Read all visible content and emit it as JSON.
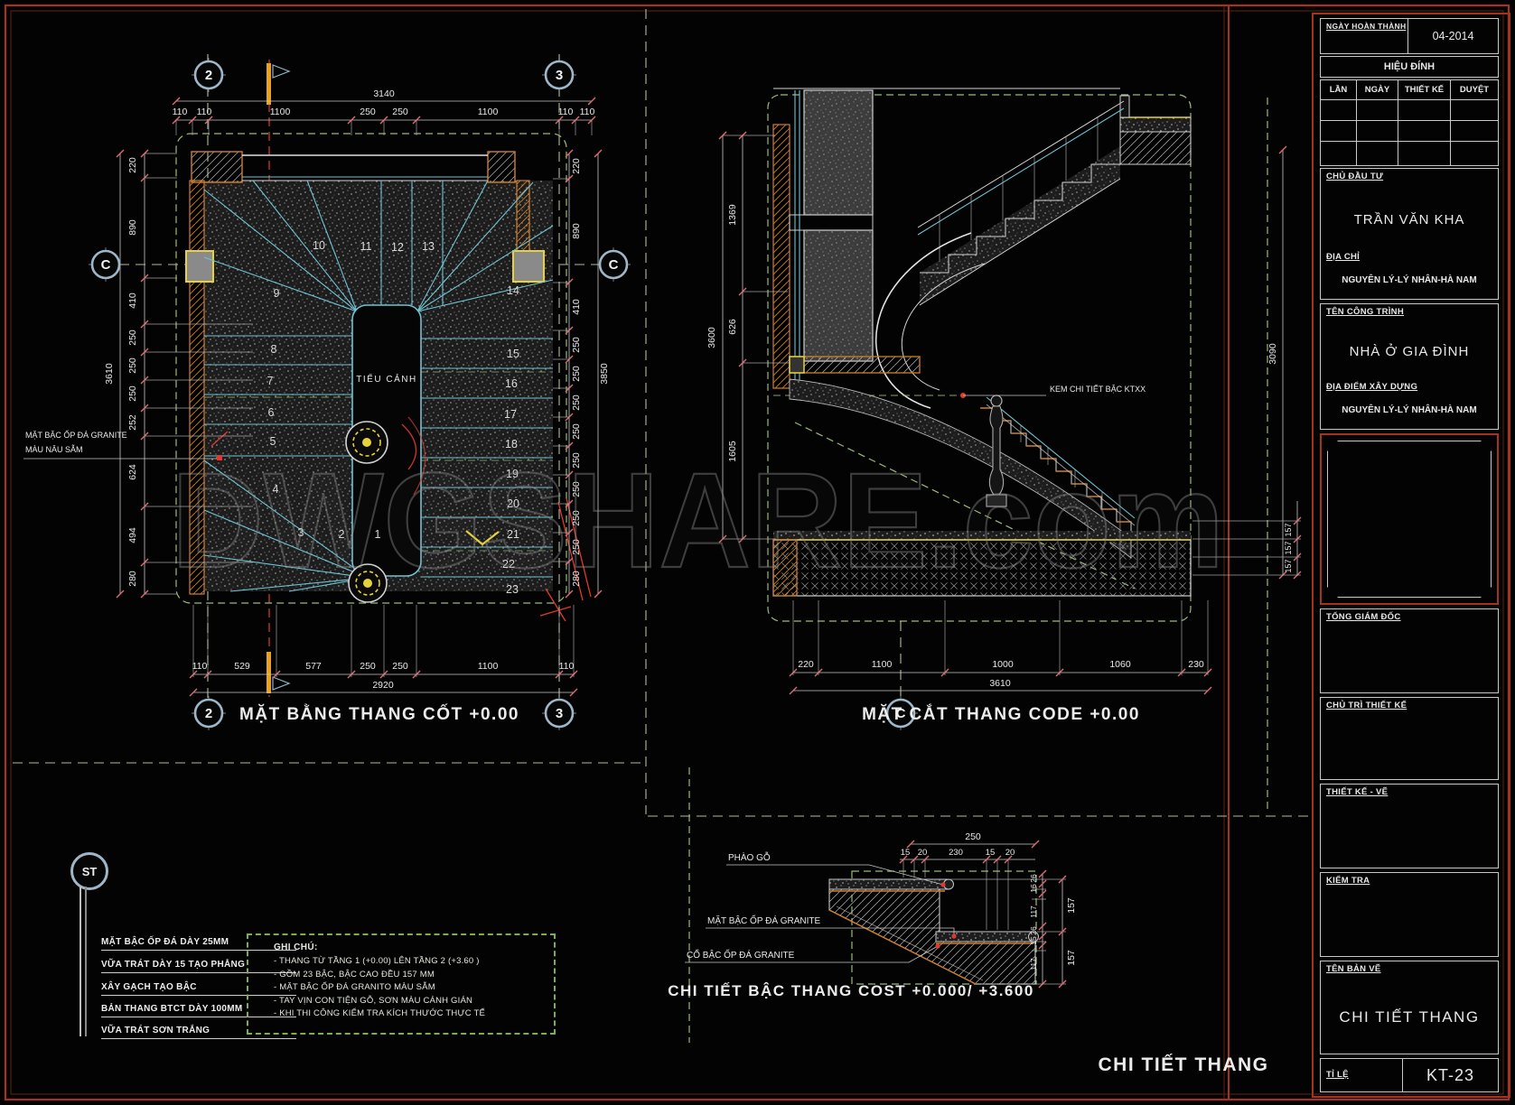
{
  "watermark": "DWGSHARE.com",
  "colors": {
    "line_cyan": "#6fc3d4",
    "line_green": "#9cba78",
    "accent_orange": "#cf7f2a",
    "accent_yellow": "#e8d23a",
    "dim_tick_red": "#e06a72",
    "centerline_red": "#e03a30",
    "frame_orange": "#a5341f"
  },
  "plan": {
    "title": "MẶT BẰNG THANG CỐT +0.00",
    "grid": {
      "g2": "2",
      "g3": "3",
      "gc": "C"
    },
    "void_label": "TIỂU CẢNH",
    "steps": [
      "1",
      "2",
      "3",
      "4",
      "5",
      "6",
      "7",
      "8",
      "9",
      "10",
      "11",
      "12",
      "13",
      "14",
      "15",
      "16",
      "17",
      "18",
      "19",
      "20",
      "21",
      "22",
      "23"
    ],
    "dim_top_total": "3140",
    "dim_top": [
      "110",
      "110",
      "1100",
      "250",
      "250",
      "1100",
      "110",
      "110"
    ],
    "dim_bottom_total": "2920",
    "dim_bottom": [
      "110",
      "529",
      "577",
      "250",
      "250",
      "1100",
      "110"
    ],
    "dim_left_total": "3610",
    "dim_left": [
      "220",
      "890",
      "410",
      "250",
      "250",
      "250",
      "252",
      "624",
      "494",
      "280"
    ],
    "dim_right_total": "3850",
    "dim_right": [
      "220",
      "890",
      "410",
      "250",
      "250",
      "250",
      "250",
      "250",
      "250",
      "250",
      "250",
      "280"
    ],
    "material_note_1": "MẶT BẬC ỐP ĐÁ GRANITE",
    "material_note_2": "MÀU NÂU SẪM"
  },
  "section": {
    "title": "MẶT CẮT THANG CODE +0.00",
    "grid_c": "C",
    "note": "KEM CHI TIẾT BẬC KTXX",
    "dim_left_total": "3600",
    "dim_left": [
      "1369",
      "626",
      "1605"
    ],
    "dim_bottom_total": "3610",
    "dim_bottom": [
      "220",
      "1100",
      "1000",
      "1060",
      "230"
    ],
    "dim_right_total": "3090",
    "dim_right": [
      "157",
      "157",
      "157"
    ]
  },
  "detail": {
    "title": "CHI TIẾT BẬC THANG  COST +0.000/ +3.600",
    "label_1": "PHÀO GỖ",
    "label_2": "MẶT BẬC ỐP ĐÁ GRANITE",
    "label_3": "CỔ BẬC ỐP ĐÁ GRANITE",
    "dim_top_total": "250",
    "dim_top": [
      "15",
      "20",
      "230",
      "15",
      "20"
    ],
    "dim_right_inner": [
      "26",
      "16",
      "117",
      "26",
      "15",
      "117"
    ],
    "dim_right_outer": [
      "157",
      "157"
    ]
  },
  "callout": {
    "bubble": "ST",
    "items": [
      "MẶT BẬC ỐP ĐÁ DÀY 25MM",
      "VỮA TRÁT DÀY 15 TẠO PHẲNG",
      "XÂY GẠCH TẠO BẬC",
      "BẢN THANG BTCT DÀY 100MM",
      "VỮA TRÁT SƠN TRẮNG"
    ]
  },
  "notes": {
    "title": "GHI CHÚ:",
    "lines": [
      "- THANG TỪ TẦNG 1 (+0.00) LÊN TẦNG 2 (+3.60 )",
      "- GỒM 23 BẬC, BẬC CAO ĐỀU 157 MM",
      "- MẶT BẬC ỐP ĐÁ GRANITO MÀU SẪM",
      "- TAY VỊN CON TIỆN GỖ, SƠN MÀU CÁNH GIÁN",
      "- KHI THI CÔNG KIỂM TRA KÍCH THƯỚC THỰC TẾ"
    ]
  },
  "sheet_label": "CHI TIẾT THANG",
  "titleblock": {
    "date_label": "NGÀY HOÀN THÀNH",
    "date_value": "04-2014",
    "revision_header": "HIỆU ĐÍNH",
    "rev_col_1": "LẦN",
    "rev_col_2": "NGÀY",
    "rev_col_3": "THIẾT KẾ",
    "rev_col_4": "DUYỆT",
    "client_label": "CHỦ ĐẦU TƯ",
    "client_value": "TRẦN VĂN KHA",
    "address_label": "ĐỊA CHỈ",
    "address_value": "NGUYÊN LÝ-LÝ NHÂN-HÀ NAM",
    "project_label": "TÊN CÔNG TRÌNH",
    "project_value": "NHÀ Ở GIA ĐÌNH",
    "location_label": "ĐỊA ĐIỂM XÂY DỰNG",
    "location_value": "NGUYÊN LÝ-LÝ NHÂN-HÀ NAM",
    "director_label": "TỔNG GIÁM ĐỐC",
    "lead_label": "CHỦ TRÌ THIẾT KẾ",
    "designer_label": "THIẾT KẾ - VẼ",
    "checker_label": "KIỂM TRA",
    "sheetname_label": "TÊN BẢN VẼ",
    "sheetname_value": "CHI TIẾT THANG",
    "scale_label": "TỈ LỆ",
    "sheet_number": "KT-23"
  }
}
